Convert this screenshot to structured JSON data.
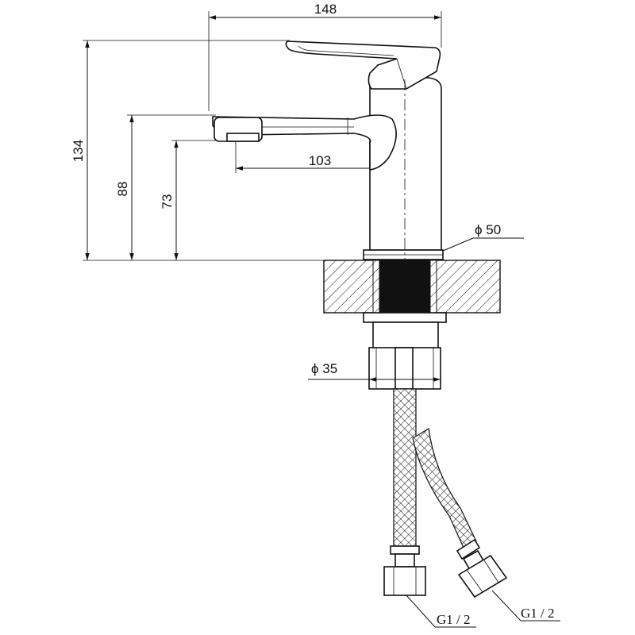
{
  "dimensions": {
    "overall_width": "148",
    "overall_height": "134",
    "spout_height": "88",
    "outlet_height": "73",
    "spout_reach": "103",
    "body_diameter": "ϕ 50",
    "shank_diameter": "ϕ 35"
  },
  "connections": {
    "left_hose_thread": "G1 / 2",
    "right_hose_thread": "G1 / 2"
  }
}
